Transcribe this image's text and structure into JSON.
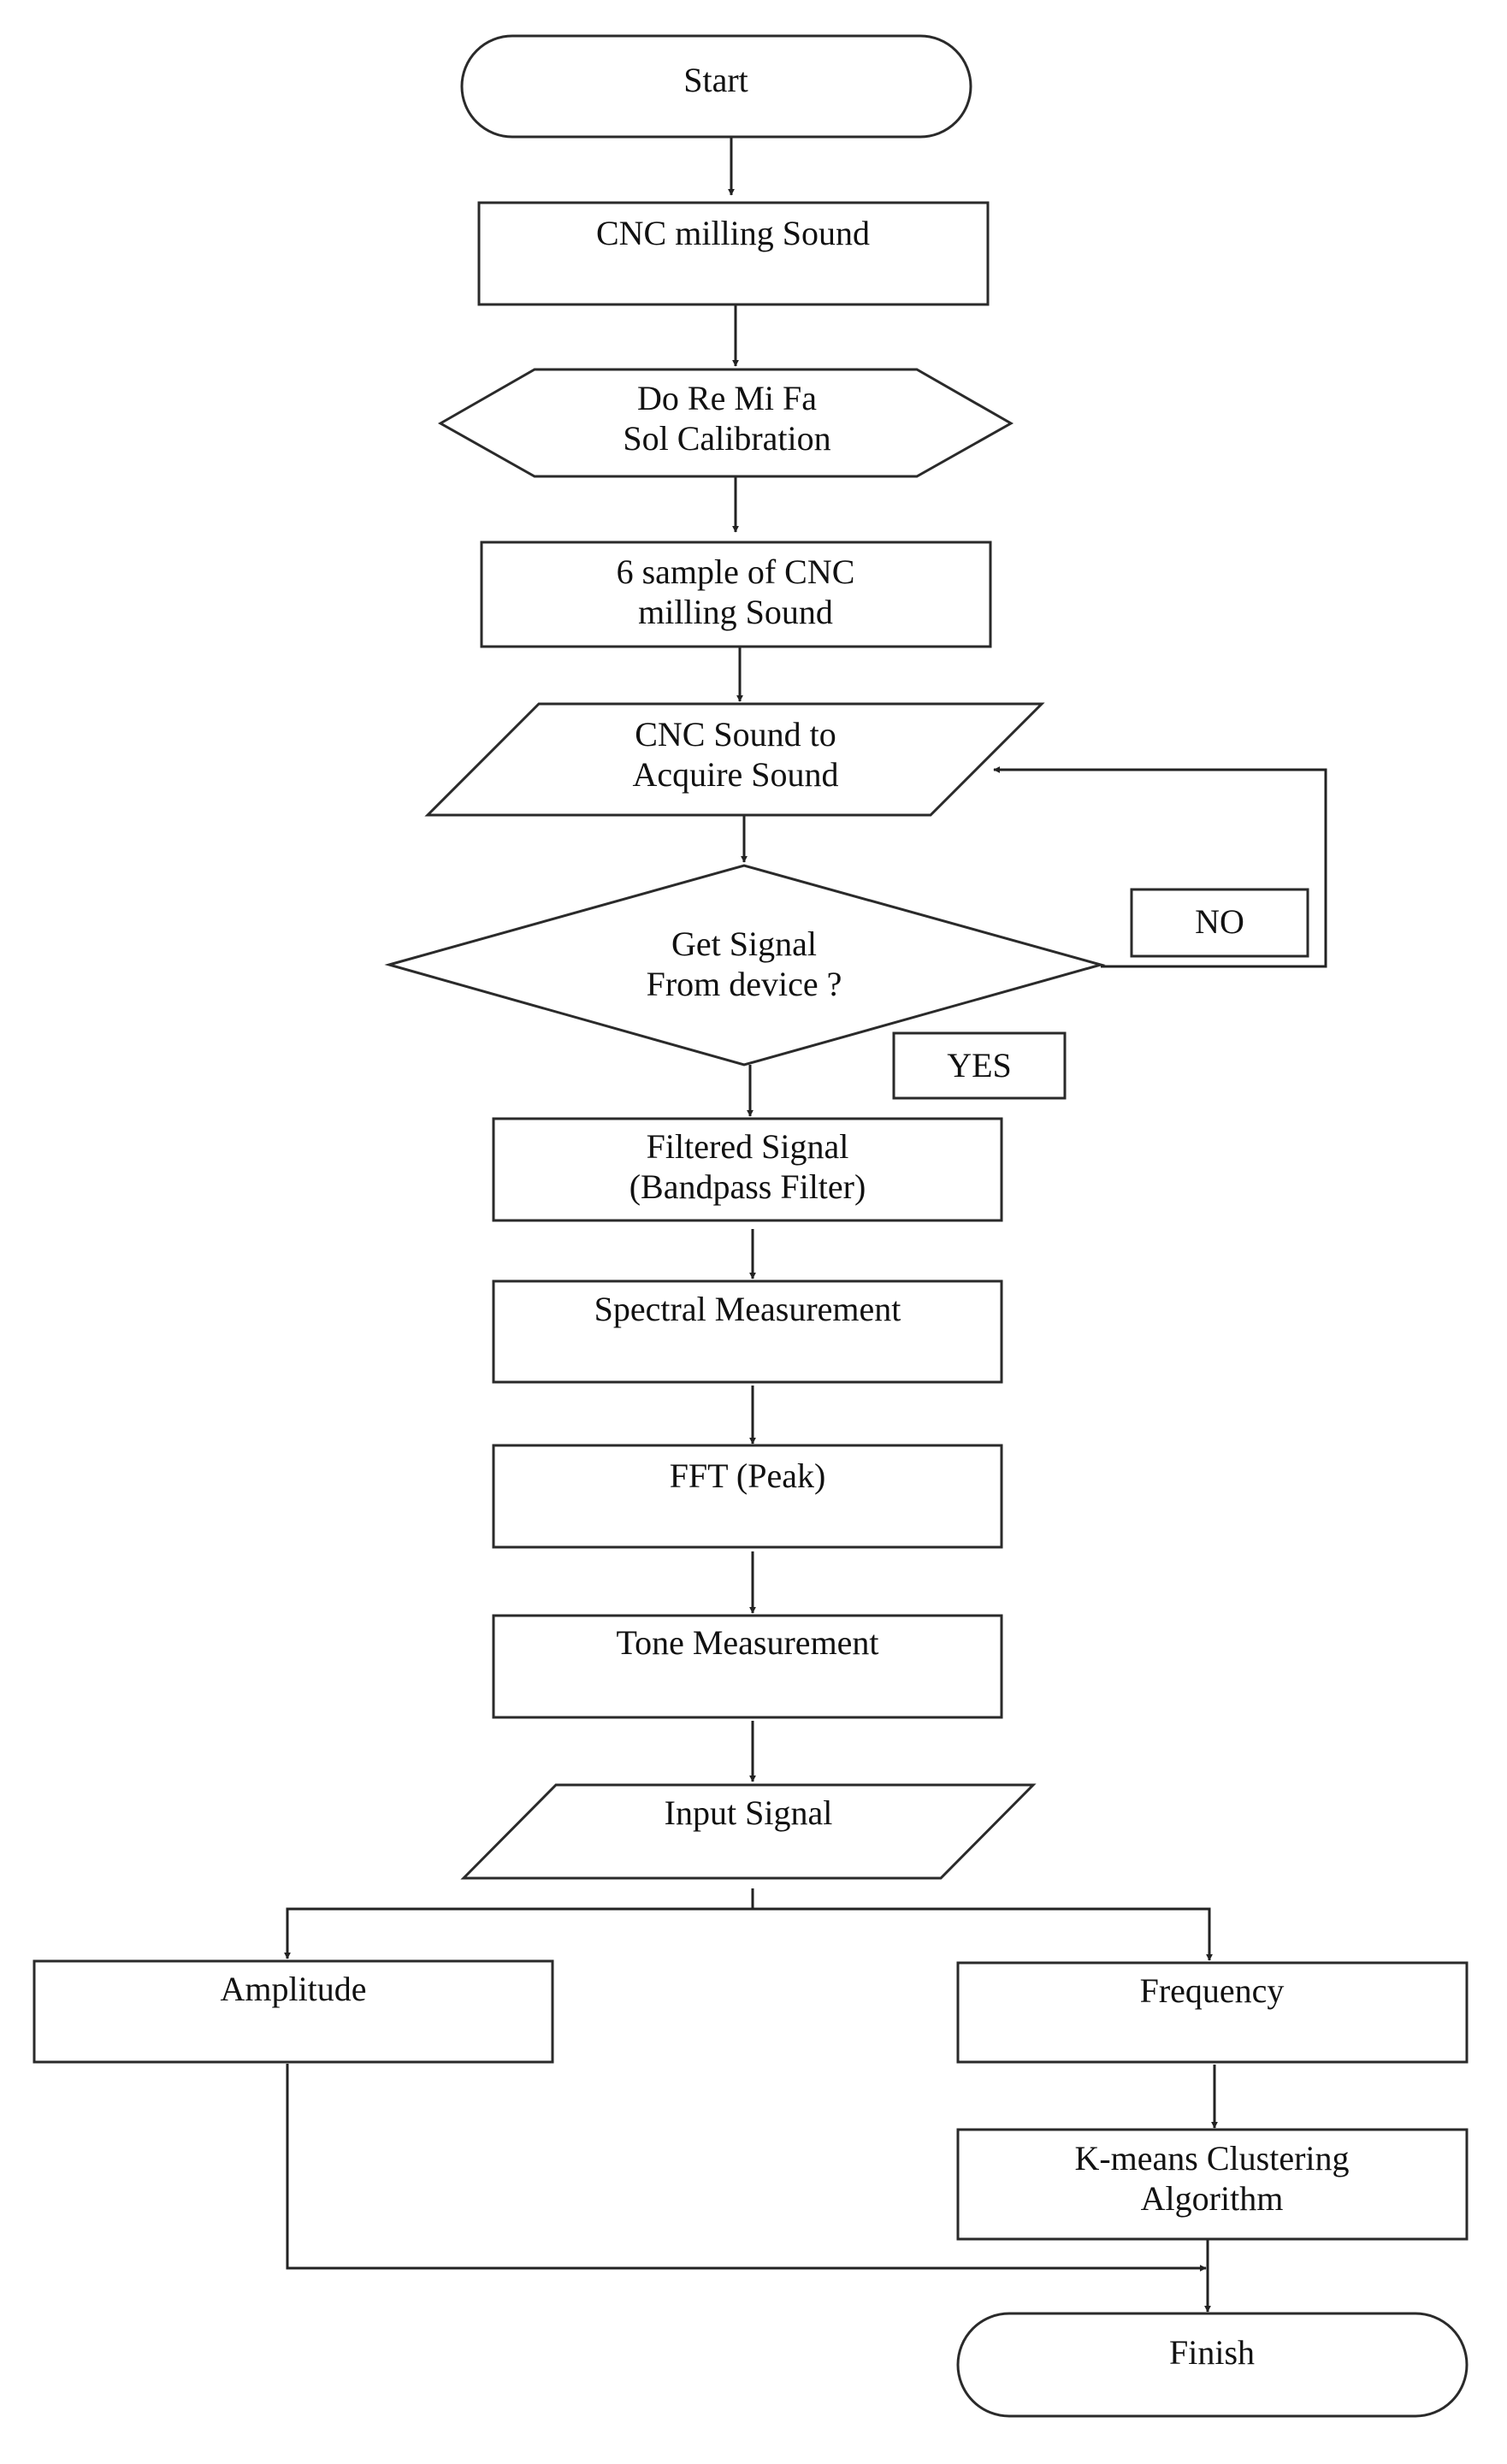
{
  "nodes": {
    "start": {
      "label": "Start"
    },
    "cnc_milling_sound": {
      "label": "CNC milling Sound"
    },
    "calibration": {
      "line1": "Do Re Mi Fa",
      "line2": "Sol Calibration"
    },
    "samples": {
      "line1": "6 sample of CNC",
      "line2": "milling Sound"
    },
    "acquire": {
      "line1": "CNC Sound to",
      "line2": "Acquire Sound"
    },
    "decision": {
      "line1": "Get Signal",
      "line2": "From device ?"
    },
    "filtered": {
      "line1": "Filtered Signal",
      "line2": "(Bandpass Filter)"
    },
    "spectral": {
      "label": "Spectral Measurement"
    },
    "fft": {
      "label": "FFT (Peak)"
    },
    "tone": {
      "label": "Tone Measurement"
    },
    "input_signal": {
      "label": "Input  Signal"
    },
    "amplitude": {
      "label": "Amplitude"
    },
    "frequency": {
      "label": "Frequency"
    },
    "kmeans": {
      "line1": "K-means Clustering",
      "line2": "Algorithm"
    },
    "finish": {
      "label": "Finish"
    }
  },
  "edge_labels": {
    "no": "NO",
    "yes": "YES"
  }
}
